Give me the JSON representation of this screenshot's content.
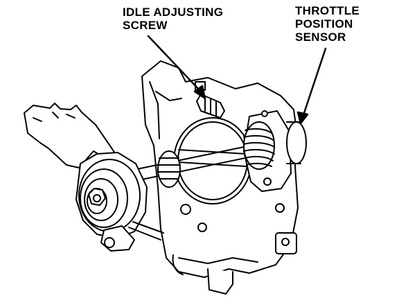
{
  "labels": {
    "idle_adjusting_screw": [
      "IDLE ADJUSTING",
      "SCREW"
    ],
    "throttle_position_sensor": [
      "THROTTLE",
      "POSITION",
      "SENSOR"
    ]
  },
  "colors": {
    "ink": "#000000",
    "paper": "#ffffff"
  }
}
